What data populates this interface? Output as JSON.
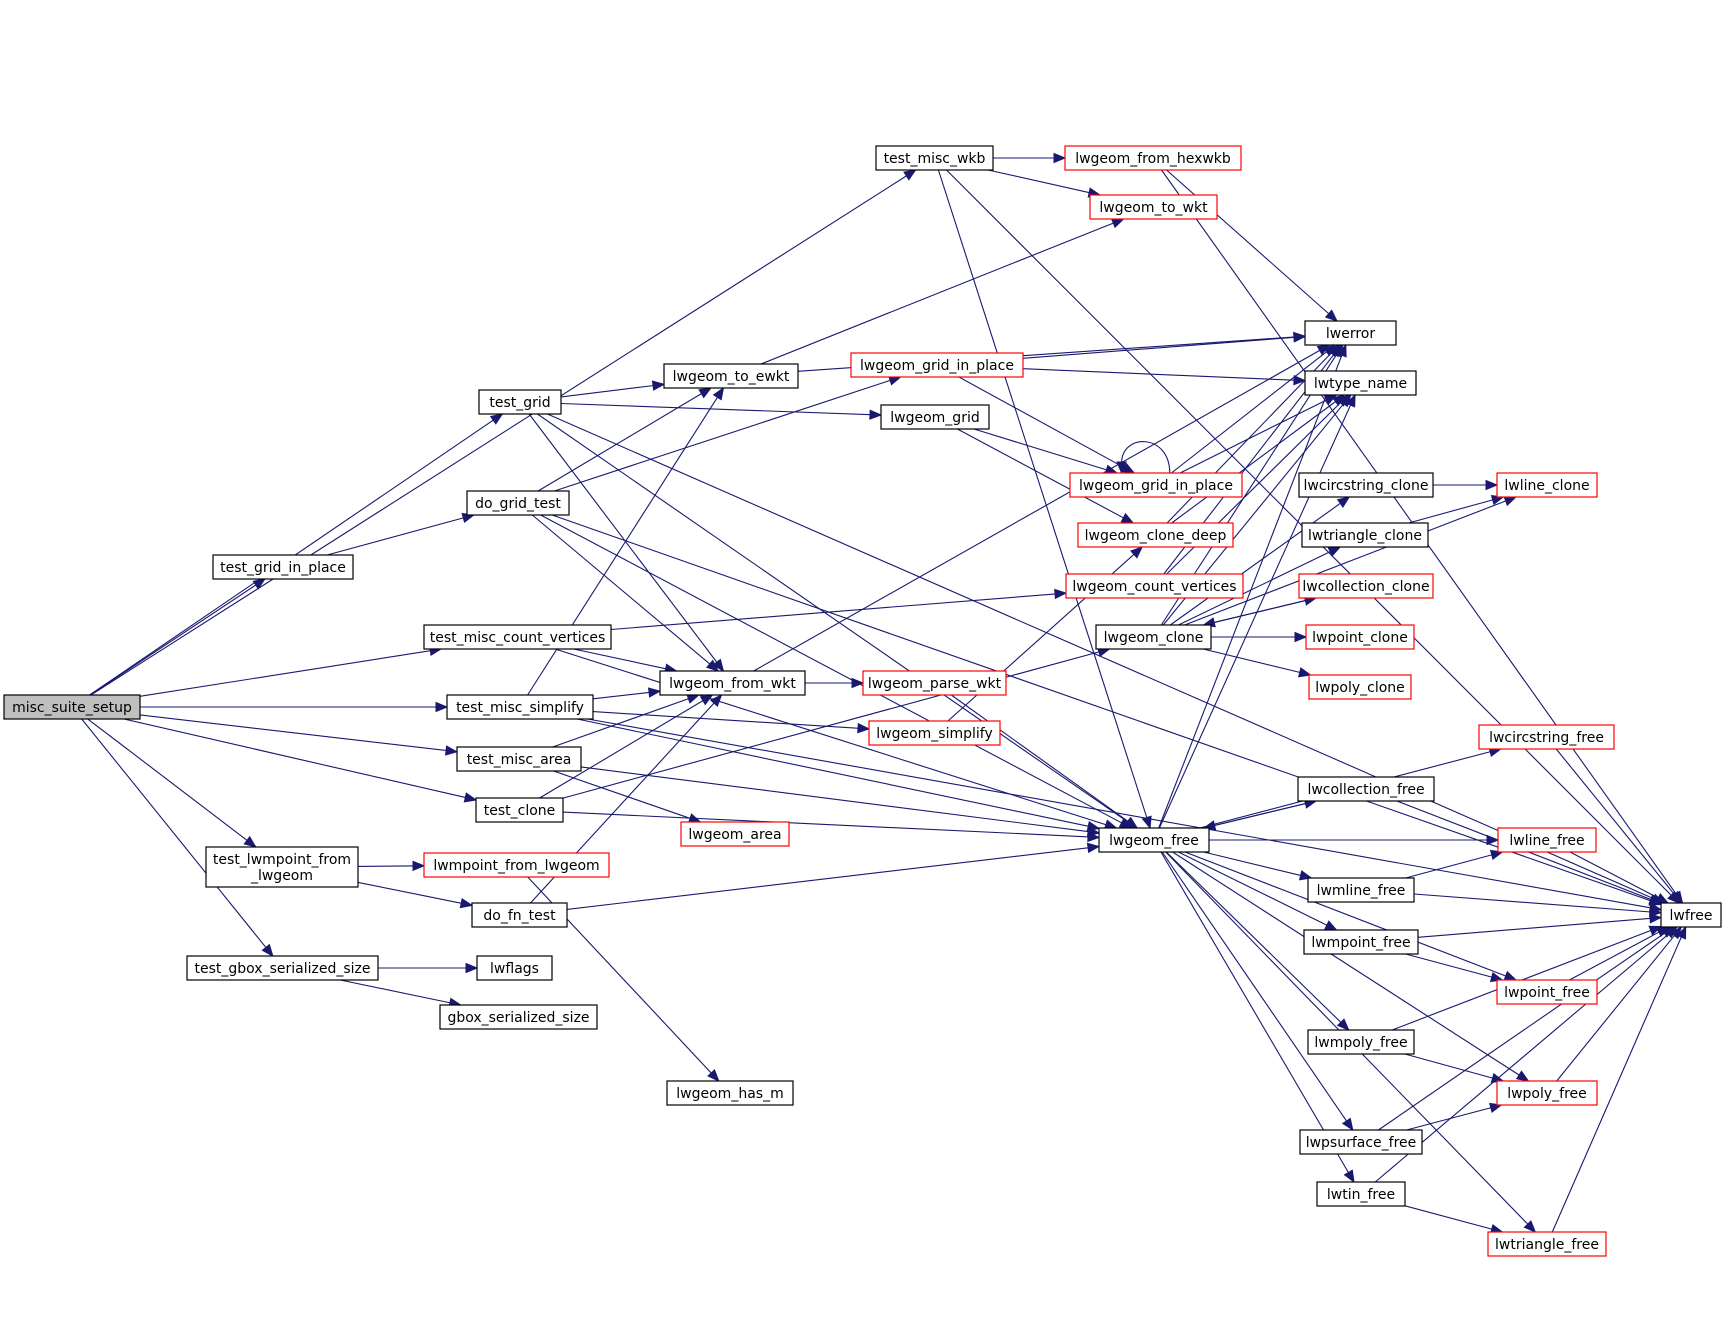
{
  "colors": {
    "edge": "#191970",
    "normal_border": "#000000",
    "red_border": "#ff0000",
    "root_fill": "#bfbfbf"
  },
  "nodes": [
    {
      "id": "misc_suite_setup",
      "label": "misc_suite_setup",
      "kind": "root"
    },
    {
      "id": "test_misc_wkb",
      "label": "test_misc_wkb",
      "kind": "normal"
    },
    {
      "id": "lwgeom_from_hexwkb",
      "label": "lwgeom_from_hexwkb",
      "kind": "red"
    },
    {
      "id": "lwgeom_to_wkt",
      "label": "lwgeom_to_wkt",
      "kind": "red"
    },
    {
      "id": "lwerror",
      "label": "lwerror",
      "kind": "normal"
    },
    {
      "id": "lwtype_name",
      "label": "lwtype_name",
      "kind": "normal"
    },
    {
      "id": "test_grid",
      "label": "test_grid",
      "kind": "normal"
    },
    {
      "id": "lwgeom_to_ewkt",
      "label": "lwgeom_to_ewkt",
      "kind": "normal"
    },
    {
      "id": "lwgeom_grid_in_place_a",
      "label": "lwgeom_grid_in_place",
      "kind": "red"
    },
    {
      "id": "lwgeom_grid",
      "label": "lwgeom_grid",
      "kind": "normal"
    },
    {
      "id": "lwgeom_grid_in_place_b",
      "label": "lwgeom_grid_in_place",
      "kind": "red"
    },
    {
      "id": "lwcircstring_clone",
      "label": "lwcircstring_clone",
      "kind": "normal"
    },
    {
      "id": "lwline_clone",
      "label": "lwline_clone",
      "kind": "red"
    },
    {
      "id": "do_grid_test",
      "label": "do_grid_test",
      "kind": "normal"
    },
    {
      "id": "lwgeom_clone_deep",
      "label": "lwgeom_clone_deep",
      "kind": "red"
    },
    {
      "id": "lwtriangle_clone",
      "label": "lwtriangle_clone",
      "kind": "normal"
    },
    {
      "id": "test_grid_in_place",
      "label": "test_grid_in_place",
      "kind": "normal"
    },
    {
      "id": "lwgeom_count_vertices",
      "label": "lwgeom_count_vertices",
      "kind": "red"
    },
    {
      "id": "lwcollection_clone",
      "label": "lwcollection_clone",
      "kind": "red"
    },
    {
      "id": "test_misc_count_vertices",
      "label": "test_misc_count_vertices",
      "kind": "normal"
    },
    {
      "id": "lwgeom_clone",
      "label": "lwgeom_clone",
      "kind": "normal"
    },
    {
      "id": "lwpoint_clone",
      "label": "lwpoint_clone",
      "kind": "red"
    },
    {
      "id": "lwgeom_from_wkt",
      "label": "lwgeom_from_wkt",
      "kind": "normal"
    },
    {
      "id": "lwgeom_parse_wkt",
      "label": "lwgeom_parse_wkt",
      "kind": "red"
    },
    {
      "id": "lwpoly_clone",
      "label": "lwpoly_clone",
      "kind": "red"
    },
    {
      "id": "test_misc_simplify",
      "label": "test_misc_simplify",
      "kind": "normal"
    },
    {
      "id": "lwgeom_simplify",
      "label": "lwgeom_simplify",
      "kind": "red"
    },
    {
      "id": "lwcircstring_free",
      "label": "lwcircstring_free",
      "kind": "red"
    },
    {
      "id": "test_misc_area",
      "label": "test_misc_area",
      "kind": "normal"
    },
    {
      "id": "lwcollection_free",
      "label": "lwcollection_free",
      "kind": "normal"
    },
    {
      "id": "test_clone",
      "label": "test_clone",
      "kind": "normal"
    },
    {
      "id": "lwgeom_area",
      "label": "lwgeom_area",
      "kind": "red"
    },
    {
      "id": "lwgeom_free",
      "label": "lwgeom_free",
      "kind": "normal"
    },
    {
      "id": "lwline_free",
      "label": "lwline_free",
      "kind": "red"
    },
    {
      "id": "test_lwmpoint_from_lwgeom",
      "label": "test_lwmpoint_from\n_lwgeom",
      "kind": "normal"
    },
    {
      "id": "lwmpoint_from_lwgeom",
      "label": "lwmpoint_from_lwgeom",
      "kind": "red"
    },
    {
      "id": "lwmline_free",
      "label": "lwmline_free",
      "kind": "normal"
    },
    {
      "id": "lwfree",
      "label": "lwfree",
      "kind": "normal"
    },
    {
      "id": "do_fn_test",
      "label": "do_fn_test",
      "kind": "normal"
    },
    {
      "id": "lwmpoint_free",
      "label": "lwmpoint_free",
      "kind": "normal"
    },
    {
      "id": "test_gbox_serialized_size",
      "label": "test_gbox_serialized_size",
      "kind": "normal"
    },
    {
      "id": "lwflags",
      "label": "lwflags",
      "kind": "normal"
    },
    {
      "id": "lwpoint_free",
      "label": "lwpoint_free",
      "kind": "red"
    },
    {
      "id": "gbox_serialized_size",
      "label": "gbox_serialized_size",
      "kind": "normal"
    },
    {
      "id": "lwmpoly_free",
      "label": "lwmpoly_free",
      "kind": "normal"
    },
    {
      "id": "lwpoly_free",
      "label": "lwpoly_free",
      "kind": "red"
    },
    {
      "id": "lwgeom_has_m",
      "label": "lwgeom_has_m",
      "kind": "normal"
    },
    {
      "id": "lwpsurface_free",
      "label": "lwpsurface_free",
      "kind": "normal"
    },
    {
      "id": "lwtin_free",
      "label": "lwtin_free",
      "kind": "normal"
    },
    {
      "id": "lwtriangle_free",
      "label": "lwtriangle_free",
      "kind": "red"
    }
  ],
  "edges": [
    [
      "misc_suite_setup",
      "test_misc_wkb"
    ],
    [
      "misc_suite_setup",
      "test_grid"
    ],
    [
      "misc_suite_setup",
      "test_grid_in_place"
    ],
    [
      "misc_suite_setup",
      "test_misc_count_vertices"
    ],
    [
      "misc_suite_setup",
      "test_misc_simplify"
    ],
    [
      "misc_suite_setup",
      "test_misc_area"
    ],
    [
      "misc_suite_setup",
      "test_clone"
    ],
    [
      "misc_suite_setup",
      "test_lwmpoint_from_lwgeom"
    ],
    [
      "misc_suite_setup",
      "test_gbox_serialized_size"
    ],
    [
      "test_misc_wkb",
      "lwgeom_from_hexwkb"
    ],
    [
      "test_misc_wkb",
      "lwgeom_to_wkt"
    ],
    [
      "test_misc_wkb",
      "lwgeom_free"
    ],
    [
      "test_misc_wkb",
      "lwfree"
    ],
    [
      "lwgeom_from_hexwkb",
      "lwerror"
    ],
    [
      "lwgeom_from_hexwkb",
      "lwfree"
    ],
    [
      "test_grid",
      "lwgeom_to_ewkt"
    ],
    [
      "test_grid",
      "lwgeom_grid"
    ],
    [
      "test_grid",
      "lwgeom_from_wkt"
    ],
    [
      "test_grid",
      "lwgeom_free"
    ],
    [
      "test_grid",
      "lwfree"
    ],
    [
      "lwgeom_to_ewkt",
      "lwgeom_to_wkt"
    ],
    [
      "lwgeom_to_ewkt",
      "lwerror"
    ],
    [
      "test_grid_in_place",
      "do_grid_test"
    ],
    [
      "do_grid_test",
      "lwgeom_to_ewkt"
    ],
    [
      "do_grid_test",
      "lwgeom_grid_in_place_a"
    ],
    [
      "do_grid_test",
      "lwgeom_from_wkt"
    ],
    [
      "do_grid_test",
      "lwgeom_free"
    ],
    [
      "do_grid_test",
      "lwfree"
    ],
    [
      "lwgeom_grid_in_place_a",
      "lwerror"
    ],
    [
      "lwgeom_grid_in_place_a",
      "lwtype_name"
    ],
    [
      "lwgeom_grid_in_place_a",
      "lwgeom_grid_in_place_b"
    ],
    [
      "lwgeom_grid",
      "lwgeom_grid_in_place_b"
    ],
    [
      "lwgeom_grid",
      "lwgeom_clone_deep"
    ],
    [
      "lwgeom_grid_in_place_b",
      "lwgeom_grid_in_place_b"
    ],
    [
      "lwgeom_grid_in_place_b",
      "lwerror"
    ],
    [
      "lwgeom_grid_in_place_b",
      "lwtype_name"
    ],
    [
      "lwgeom_clone_deep",
      "lwerror"
    ],
    [
      "lwgeom_clone_deep",
      "lwtype_name"
    ],
    [
      "lwcircstring_clone",
      "lwline_clone"
    ],
    [
      "lwtriangle_clone",
      "lwline_clone"
    ],
    [
      "test_misc_count_vertices",
      "lwgeom_count_vertices"
    ],
    [
      "test_misc_count_vertices",
      "lwgeom_from_wkt"
    ],
    [
      "test_misc_count_vertices",
      "lwgeom_free"
    ],
    [
      "lwgeom_count_vertices",
      "lwerror"
    ],
    [
      "lwgeom_count_vertices",
      "lwtype_name"
    ],
    [
      "lwgeom_clone",
      "lwerror"
    ],
    [
      "lwgeom_clone",
      "lwtype_name"
    ],
    [
      "lwgeom_clone",
      "lwcircstring_clone"
    ],
    [
      "lwgeom_clone",
      "lwline_clone"
    ],
    [
      "lwgeom_clone",
      "lwtriangle_clone"
    ],
    [
      "lwgeom_clone",
      "lwcollection_clone"
    ],
    [
      "lwgeom_clone",
      "lwpoint_clone"
    ],
    [
      "lwgeom_clone",
      "lwpoly_clone"
    ],
    [
      "lwcollection_clone",
      "lwgeom_clone"
    ],
    [
      "lwgeom_from_wkt",
      "lwgeom_parse_wkt"
    ],
    [
      "lwgeom_from_wkt",
      "lwerror"
    ],
    [
      "lwgeom_parse_wkt",
      "lwgeom_free"
    ],
    [
      "test_misc_simplify",
      "lwgeom_to_ewkt"
    ],
    [
      "test_misc_simplify",
      "lwgeom_from_wkt"
    ],
    [
      "test_misc_simplify",
      "lwgeom_simplify"
    ],
    [
      "test_misc_simplify",
      "lwgeom_free"
    ],
    [
      "test_misc_simplify",
      "lwfree"
    ],
    [
      "lwgeom_simplify",
      "lwgeom_clone_deep"
    ],
    [
      "test_misc_area",
      "lwgeom_from_wkt"
    ],
    [
      "test_misc_area",
      "lwgeom_area"
    ],
    [
      "test_misc_area",
      "lwgeom_free"
    ],
    [
      "test_clone",
      "lwgeom_from_wkt"
    ],
    [
      "test_clone",
      "lwgeom_clone"
    ],
    [
      "test_clone",
      "lwgeom_free"
    ],
    [
      "test_lwmpoint_from_lwgeom",
      "lwmpoint_from_lwgeom"
    ],
    [
      "test_lwmpoint_from_lwgeom",
      "do_fn_test"
    ],
    [
      "lwmpoint_from_lwgeom",
      "lwgeom_has_m"
    ],
    [
      "do_fn_test",
      "lwgeom_from_wkt"
    ],
    [
      "do_fn_test",
      "lwgeom_free"
    ],
    [
      "test_gbox_serialized_size",
      "lwflags"
    ],
    [
      "test_gbox_serialized_size",
      "gbox_serialized_size"
    ],
    [
      "lwgeom_free",
      "lwerror"
    ],
    [
      "lwgeom_free",
      "lwtype_name"
    ],
    [
      "lwgeom_free",
      "lwcircstring_free"
    ],
    [
      "lwgeom_free",
      "lwcollection_free"
    ],
    [
      "lwgeom_free",
      "lwline_free"
    ],
    [
      "lwgeom_free",
      "lwmline_free"
    ],
    [
      "lwgeom_free",
      "lwmpoint_free"
    ],
    [
      "lwgeom_free",
      "lwpoint_free"
    ],
    [
      "lwgeom_free",
      "lwmpoly_free"
    ],
    [
      "lwgeom_free",
      "lwpoly_free"
    ],
    [
      "lwgeom_free",
      "lwpsurface_free"
    ],
    [
      "lwgeom_free",
      "lwtin_free"
    ],
    [
      "lwgeom_free",
      "lwtriangle_free"
    ],
    [
      "lwcollection_free",
      "lwgeom_free"
    ],
    [
      "lwcollection_free",
      "lwfree"
    ],
    [
      "lwcircstring_free",
      "lwfree"
    ],
    [
      "lwline_free",
      "lwfree"
    ],
    [
      "lwmline_free",
      "lwline_free"
    ],
    [
      "lwmline_free",
      "lwfree"
    ],
    [
      "lwmpoint_free",
      "lwpoint_free"
    ],
    [
      "lwmpoint_free",
      "lwfree"
    ],
    [
      "lwpoint_free",
      "lwfree"
    ],
    [
      "lwmpoly_free",
      "lwpoly_free"
    ],
    [
      "lwmpoly_free",
      "lwfree"
    ],
    [
      "lwpoly_free",
      "lwfree"
    ],
    [
      "lwpsurface_free",
      "lwpoly_free"
    ],
    [
      "lwpsurface_free",
      "lwfree"
    ],
    [
      "lwtin_free",
      "lwtriangle_free"
    ],
    [
      "lwtin_free",
      "lwfree"
    ],
    [
      "lwtriangle_free",
      "lwfree"
    ]
  ]
}
